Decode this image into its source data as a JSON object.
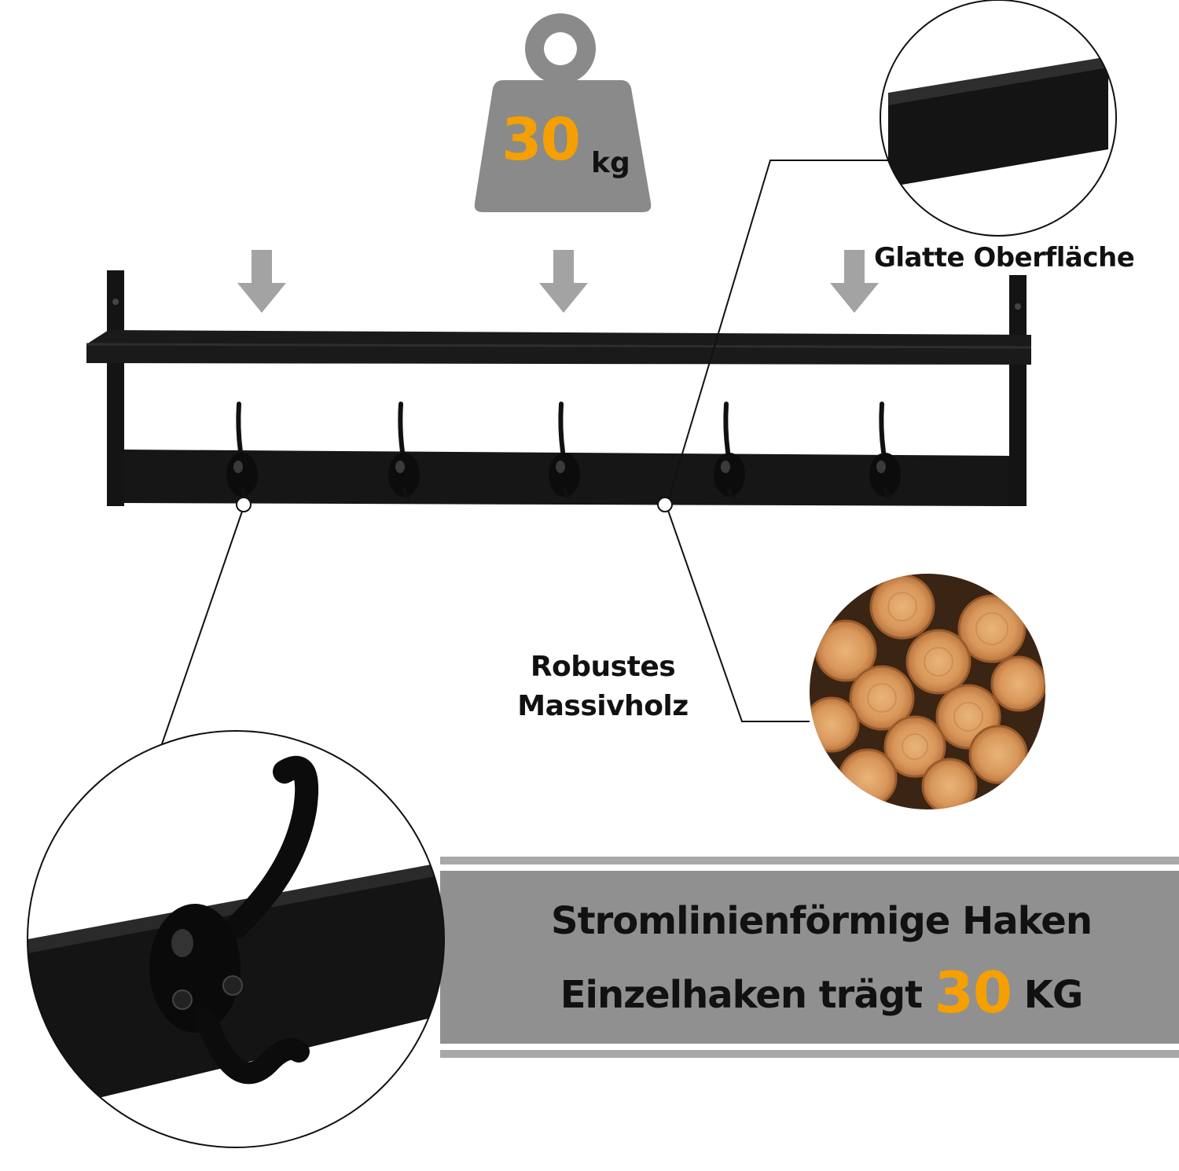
{
  "colors": {
    "accent": "#f5a000",
    "wood_black": "#141414",
    "arrow_gray": "#a3a3a3",
    "weight_gray": "#8a8a8a",
    "banner_gray": "#909090",
    "text": "#111111"
  },
  "weight_badge": {
    "value": "30",
    "unit": "kg",
    "icon": "weight-icon"
  },
  "callouts": {
    "smooth_surface": "Glatte Oberfläche",
    "solid_wood": "Robustes\nMassivholz"
  },
  "banner": {
    "line1": "Stromlinienförmige Haken",
    "line2_prefix": "Einzelhaken trägt ",
    "line2_value": "30",
    "line2_unit": " KG"
  },
  "product": {
    "hook_count": 5,
    "arrow_count": 3
  }
}
